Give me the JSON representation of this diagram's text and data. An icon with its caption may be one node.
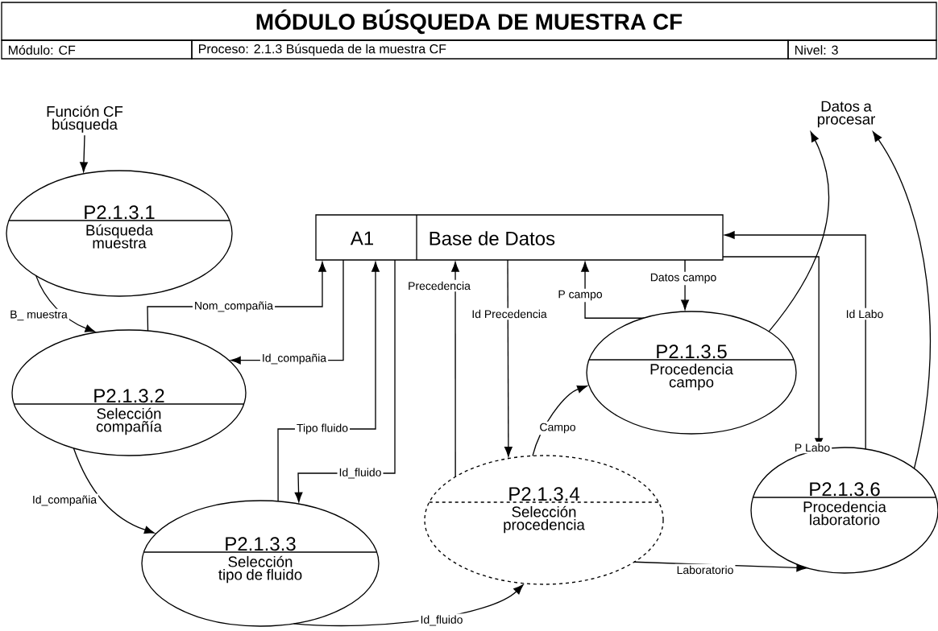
{
  "diagram": {
    "title": "MÓDULO BÚSQUEDA DE MUESTRA CF",
    "nodes": [
      {
        "text": [
          "Función CF búsqueda"
        ]
      },
      {
        "text": [
          "P2.1.3.1",
          "Búsqueda muestra"
        ]
      },
      {
        "text": [
          "A1",
          "Base de Datos"
        ]
      },
      {
        "text": [
          "P2.1.3.2",
          "Selección compañía"
        ]
      },
      {
        "text": [
          "P2.1.3.3",
          "Selección tipo de fluido"
        ]
      },
      {
        "text": [
          "P2.1.3.4",
          "Selección procedencia"
        ]
      },
      {
        "text": [
          "P2.1.3.5",
          "Procedencia campo"
        ]
      },
      {
        "text": [
          "P2.1.3.6",
          "Procedencia laboratorio"
        ]
      },
      {
        "text": [
          "Datos a procesar"
        ]
      }
    ],
    "edges": [
      {
        "from": 0,
        "to": 1,
        "arrow": "to"
      },
      {
        "from": 1,
        "to": 3,
        "arrow": "to",
        "label": "B_ muestra"
      },
      {
        "from": 3,
        "to": 2,
        "arrow": "to",
        "label": "Nom_compañia"
      },
      {
        "from": 2,
        "to": 3,
        "arrow": "to",
        "label": "Id_compañia"
      },
      {
        "from": 3,
        "to": 4,
        "arrow": "to",
        "label": "Id_compañia"
      },
      {
        "from": 4,
        "to": 2,
        "arrow": "to",
        "label": "Tipo fluido"
      },
      {
        "from": 2,
        "to": 4,
        "arrow": "to",
        "label": "Id_fluido"
      },
      {
        "from": 4,
        "to": 5,
        "arrow": "to",
        "label": "Id_fluido"
      },
      {
        "from": 5,
        "to": 2,
        "arrow": "to",
        "label": "Precedencia"
      },
      {
        "from": 2,
        "to": 5,
        "arrow": "to",
        "label": "Id Precedencia"
      },
      {
        "from": 5,
        "to": 6,
        "arrow": "to",
        "label": "Campo"
      },
      {
        "from": 6,
        "to": 2,
        "arrow": "to",
        "label": "P campo"
      },
      {
        "from": 2,
        "to": 6,
        "arrow": "to",
        "label": "Datos campo"
      },
      {
        "from": 6,
        "to": 8,
        "arrow": "to"
      },
      {
        "from": 2,
        "to": 7,
        "arrow": "to",
        "label": "P Labo"
      },
      {
        "from": 7,
        "to": 2,
        "arrow": "to",
        "label": "Id Labo"
      },
      {
        "from": 7,
        "to": 8,
        "arrow": "to"
      },
      {
        "from": 5,
        "to": 7,
        "arrow": "to",
        "label": "Laboratorio"
      }
    ],
    "labels": [
      "Módulo:  CF",
      "Proceso: 2.1.3 Búsqueda de la muestra CF",
      "Nivel: 3"
    ]
  }
}
